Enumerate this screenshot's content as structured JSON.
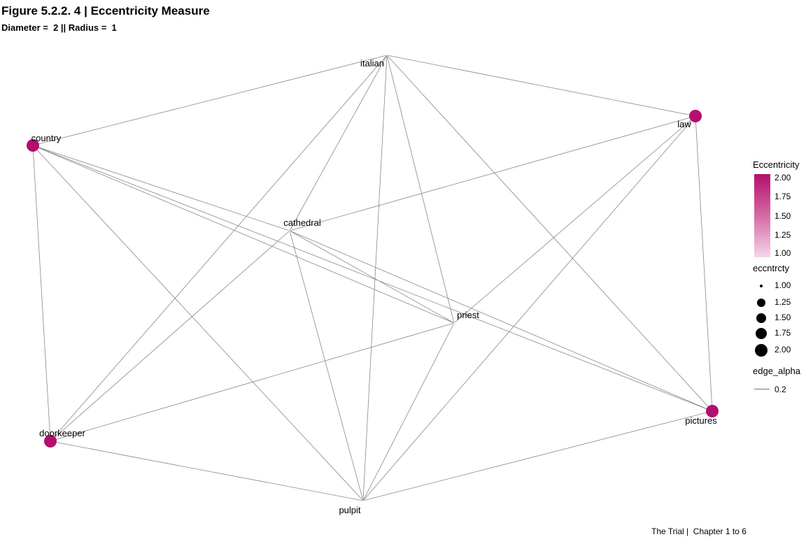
{
  "title": "Figure 5.2.2. 4  | Eccentricity Measure",
  "subtitle": "Diameter =  2 || Radius =  1",
  "caption": "The Trial |  Chapter 1 to 6",
  "colors": {
    "high": "#b30f6f",
    "low": "#f4d6e8",
    "edge": "#888888"
  },
  "nodes": [
    {
      "id": "italian",
      "label": "italian",
      "eccentricity": 1
    },
    {
      "id": "law",
      "label": "law",
      "eccentricity": 2
    },
    {
      "id": "country",
      "label": "country",
      "eccentricity": 2
    },
    {
      "id": "cathedral",
      "label": "cathedral",
      "eccentricity": 1
    },
    {
      "id": "priest",
      "label": "priest",
      "eccentricity": 1
    },
    {
      "id": "pictures",
      "label": "pictures",
      "eccentricity": 2
    },
    {
      "id": "doorkeeper",
      "label": "doorkeeper",
      "eccentricity": 2
    },
    {
      "id": "pulpit",
      "label": "pulpit",
      "eccentricity": 1
    }
  ],
  "edges": [
    [
      "italian",
      "country"
    ],
    [
      "italian",
      "law"
    ],
    [
      "italian",
      "cathedral"
    ],
    [
      "italian",
      "priest"
    ],
    [
      "italian",
      "pictures"
    ],
    [
      "italian",
      "doorkeeper"
    ],
    [
      "italian",
      "pulpit"
    ],
    [
      "country",
      "cathedral"
    ],
    [
      "country",
      "priest"
    ],
    [
      "country",
      "pictures"
    ],
    [
      "country",
      "doorkeeper"
    ],
    [
      "country",
      "pulpit"
    ],
    [
      "law",
      "cathedral"
    ],
    [
      "law",
      "priest"
    ],
    [
      "law",
      "pictures"
    ],
    [
      "law",
      "pulpit"
    ],
    [
      "cathedral",
      "priest"
    ],
    [
      "cathedral",
      "pictures"
    ],
    [
      "cathedral",
      "doorkeeper"
    ],
    [
      "cathedral",
      "pulpit"
    ],
    [
      "priest",
      "doorkeeper"
    ],
    [
      "priest",
      "pulpit"
    ],
    [
      "pictures",
      "pulpit"
    ],
    [
      "doorkeeper",
      "pulpit"
    ]
  ],
  "legend": {
    "color_title": "Eccentricity",
    "color_ticks": [
      "2.00",
      "1.75",
      "1.50",
      "1.25",
      "1.00"
    ],
    "size_title": "eccntrcty",
    "size_items": [
      "1.00",
      "1.25",
      "1.50",
      "1.75",
      "2.00"
    ],
    "alpha_title": "edge_alpha",
    "alpha_value": "0.2"
  }
}
